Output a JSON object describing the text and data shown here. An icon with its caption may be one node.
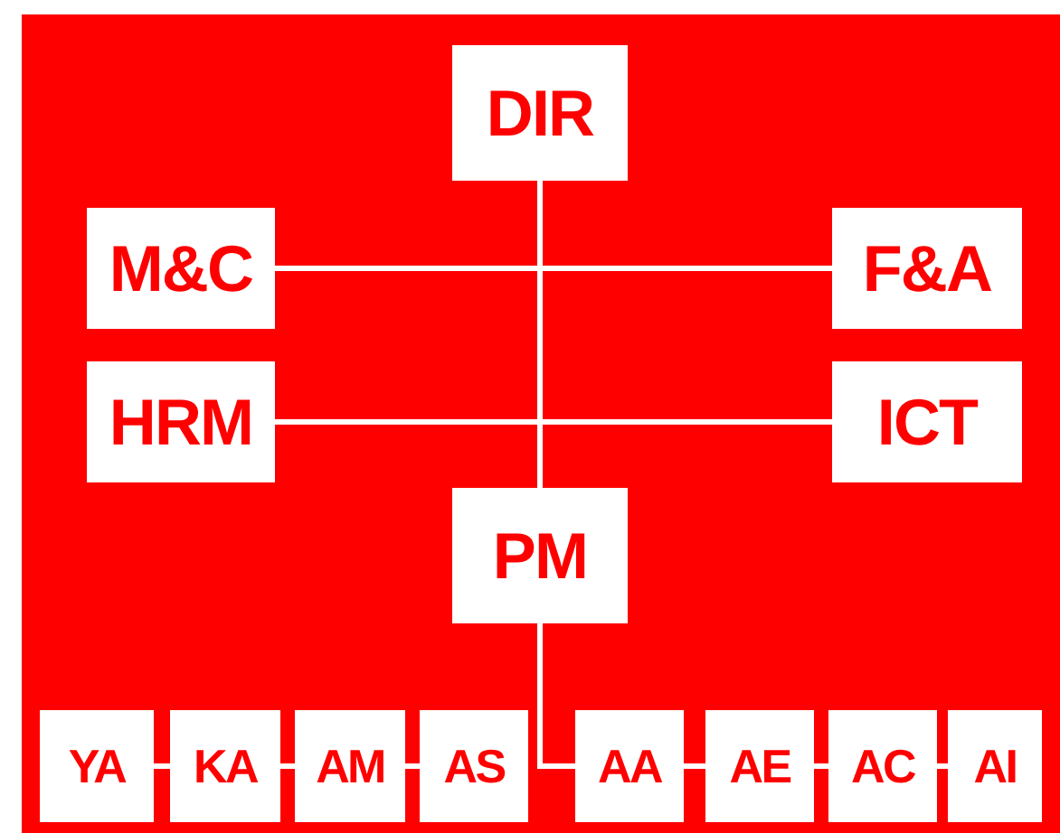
{
  "diagram": {
    "nodes": [
      {
        "text": [
          "DIR"
        ]
      },
      {
        "text": [
          "M&C"
        ]
      },
      {
        "text": [
          "F&A"
        ]
      },
      {
        "text": [
          "HRM"
        ]
      },
      {
        "text": [
          "ICT"
        ]
      },
      {
        "text": [
          "PM"
        ]
      },
      {
        "text": [
          "YA"
        ]
      },
      {
        "text": [
          "KA"
        ]
      },
      {
        "text": [
          "AM"
        ]
      },
      {
        "text": [
          "AS"
        ]
      },
      {
        "text": [
          "AA"
        ]
      },
      {
        "text": [
          "AE"
        ]
      },
      {
        "text": [
          "AC"
        ]
      },
      {
        "text": [
          "AI"
        ]
      }
    ],
    "edges": [
      {
        "from": 0,
        "to": 5,
        "arrow": "none"
      },
      {
        "from": 1,
        "to": 2,
        "arrow": "none"
      },
      {
        "from": 3,
        "to": 4,
        "arrow": "none"
      },
      {
        "from": 5,
        "to": 9,
        "arrow": "none"
      },
      {
        "from": 5,
        "to": 10,
        "arrow": "none"
      },
      {
        "from": 6,
        "to": 7,
        "arrow": "none"
      },
      {
        "from": 7,
        "to": 8,
        "arrow": "none"
      },
      {
        "from": 8,
        "to": 9,
        "arrow": "none"
      },
      {
        "from": 10,
        "to": 11,
        "arrow": "none"
      },
      {
        "from": 11,
        "to": 12,
        "arrow": "none"
      },
      {
        "from": 12,
        "to": 13,
        "arrow": "none"
      }
    ]
  }
}
